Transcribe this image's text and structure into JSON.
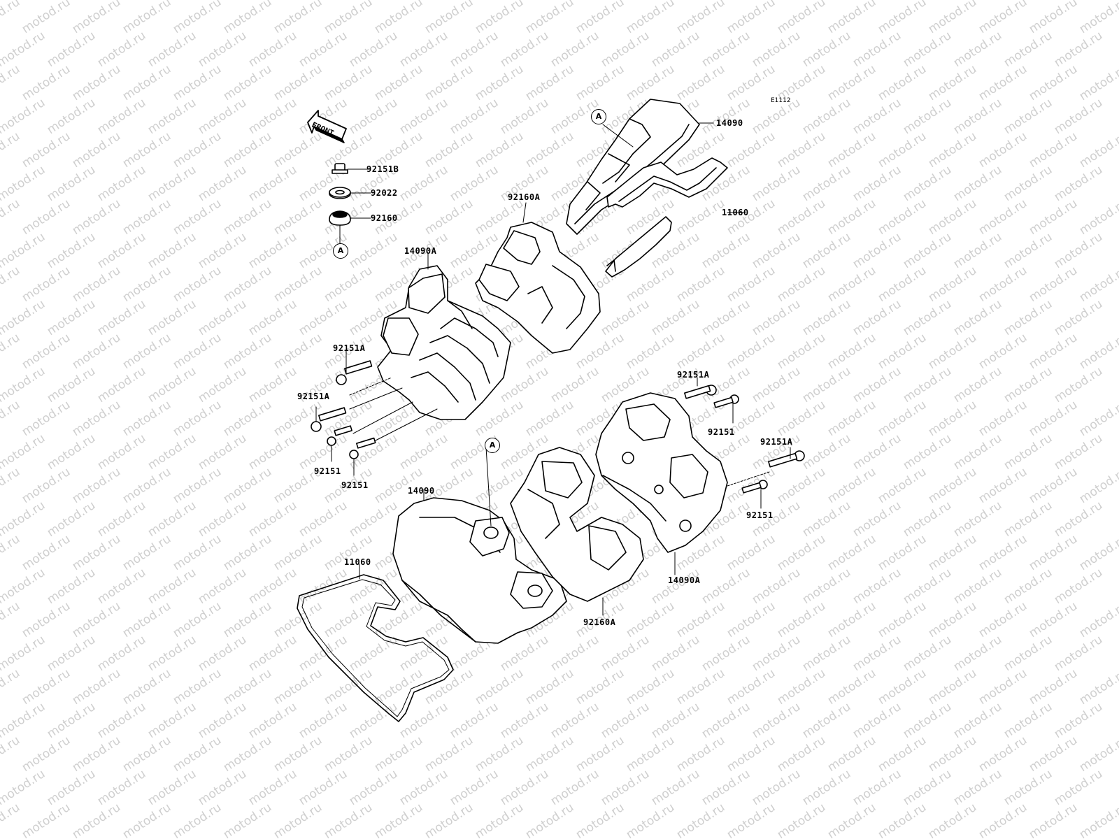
{
  "diagram": {
    "id": "E1112",
    "front_label": "FRONT",
    "watermark": "motod.ru",
    "callout_ref": "A"
  },
  "labels": {
    "p92151B": "92151B",
    "p92022": "92022",
    "p92160": "92160",
    "p14090_top": "14090",
    "p11060_top": "11060",
    "p92160A_top": "92160A",
    "p14090A_top": "14090A",
    "p92151A_l1": "92151A",
    "p92151A_l2": "92151A",
    "p92151_l1": "92151",
    "p92151_l2": "92151",
    "p92151A_r1": "92151A",
    "p92151_r1": "92151",
    "p92151A_r2": "92151A",
    "p92151_r2": "92151",
    "p14090_bot": "14090",
    "p11060_bot": "11060",
    "p92160A_bot": "92160A",
    "p14090A_bot": "14090A"
  }
}
